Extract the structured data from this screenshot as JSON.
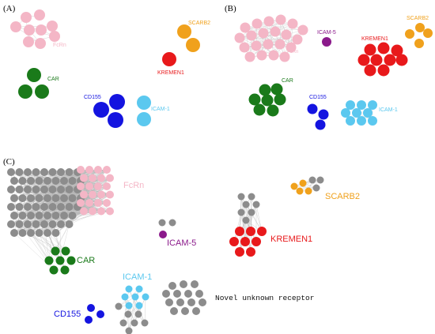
{
  "panels": [
    {
      "id": "A",
      "label": "(A)"
    },
    {
      "id": "B",
      "label": "(B)"
    },
    {
      "id": "C",
      "label": "(C)"
    }
  ],
  "colors": {
    "fcrn": "#f4b6c6",
    "scarb2": "#f0a11c",
    "kremen1": "#e8191b",
    "car": "#1a7a1a",
    "cd155": "#1414e0",
    "icam1": "#5bc8ef",
    "icam5": "#8b1a8b",
    "novel": "#8c8c8c",
    "edge": "#b5b5b5"
  },
  "labels": {
    "a_fcrn": "FcRn",
    "a_scarb2": "SCARB2",
    "a_kremen1": "KREMEN1",
    "a_car": "CAR",
    "a_cd155": "CD155",
    "a_icam1": "ICAM-1",
    "b_fcrn": "FcRn",
    "b_icam5": "ICAM-5",
    "b_scarb2": "SCARB2",
    "b_kremen1": "KREMEN1",
    "b_car": "CAR",
    "b_cd155": "CD155",
    "b_icam1": "ICAM-1",
    "c_fcrn": "FcRn",
    "c_scarb2": "SCARB2",
    "c_icam5": "ICAM-5",
    "c_kremen1": "KREMEN1",
    "c_car": "CAR",
    "c_icam1": "ICAM-1",
    "c_novel": "Novel unknown receptor",
    "c_cd155": "CD155"
  }
}
